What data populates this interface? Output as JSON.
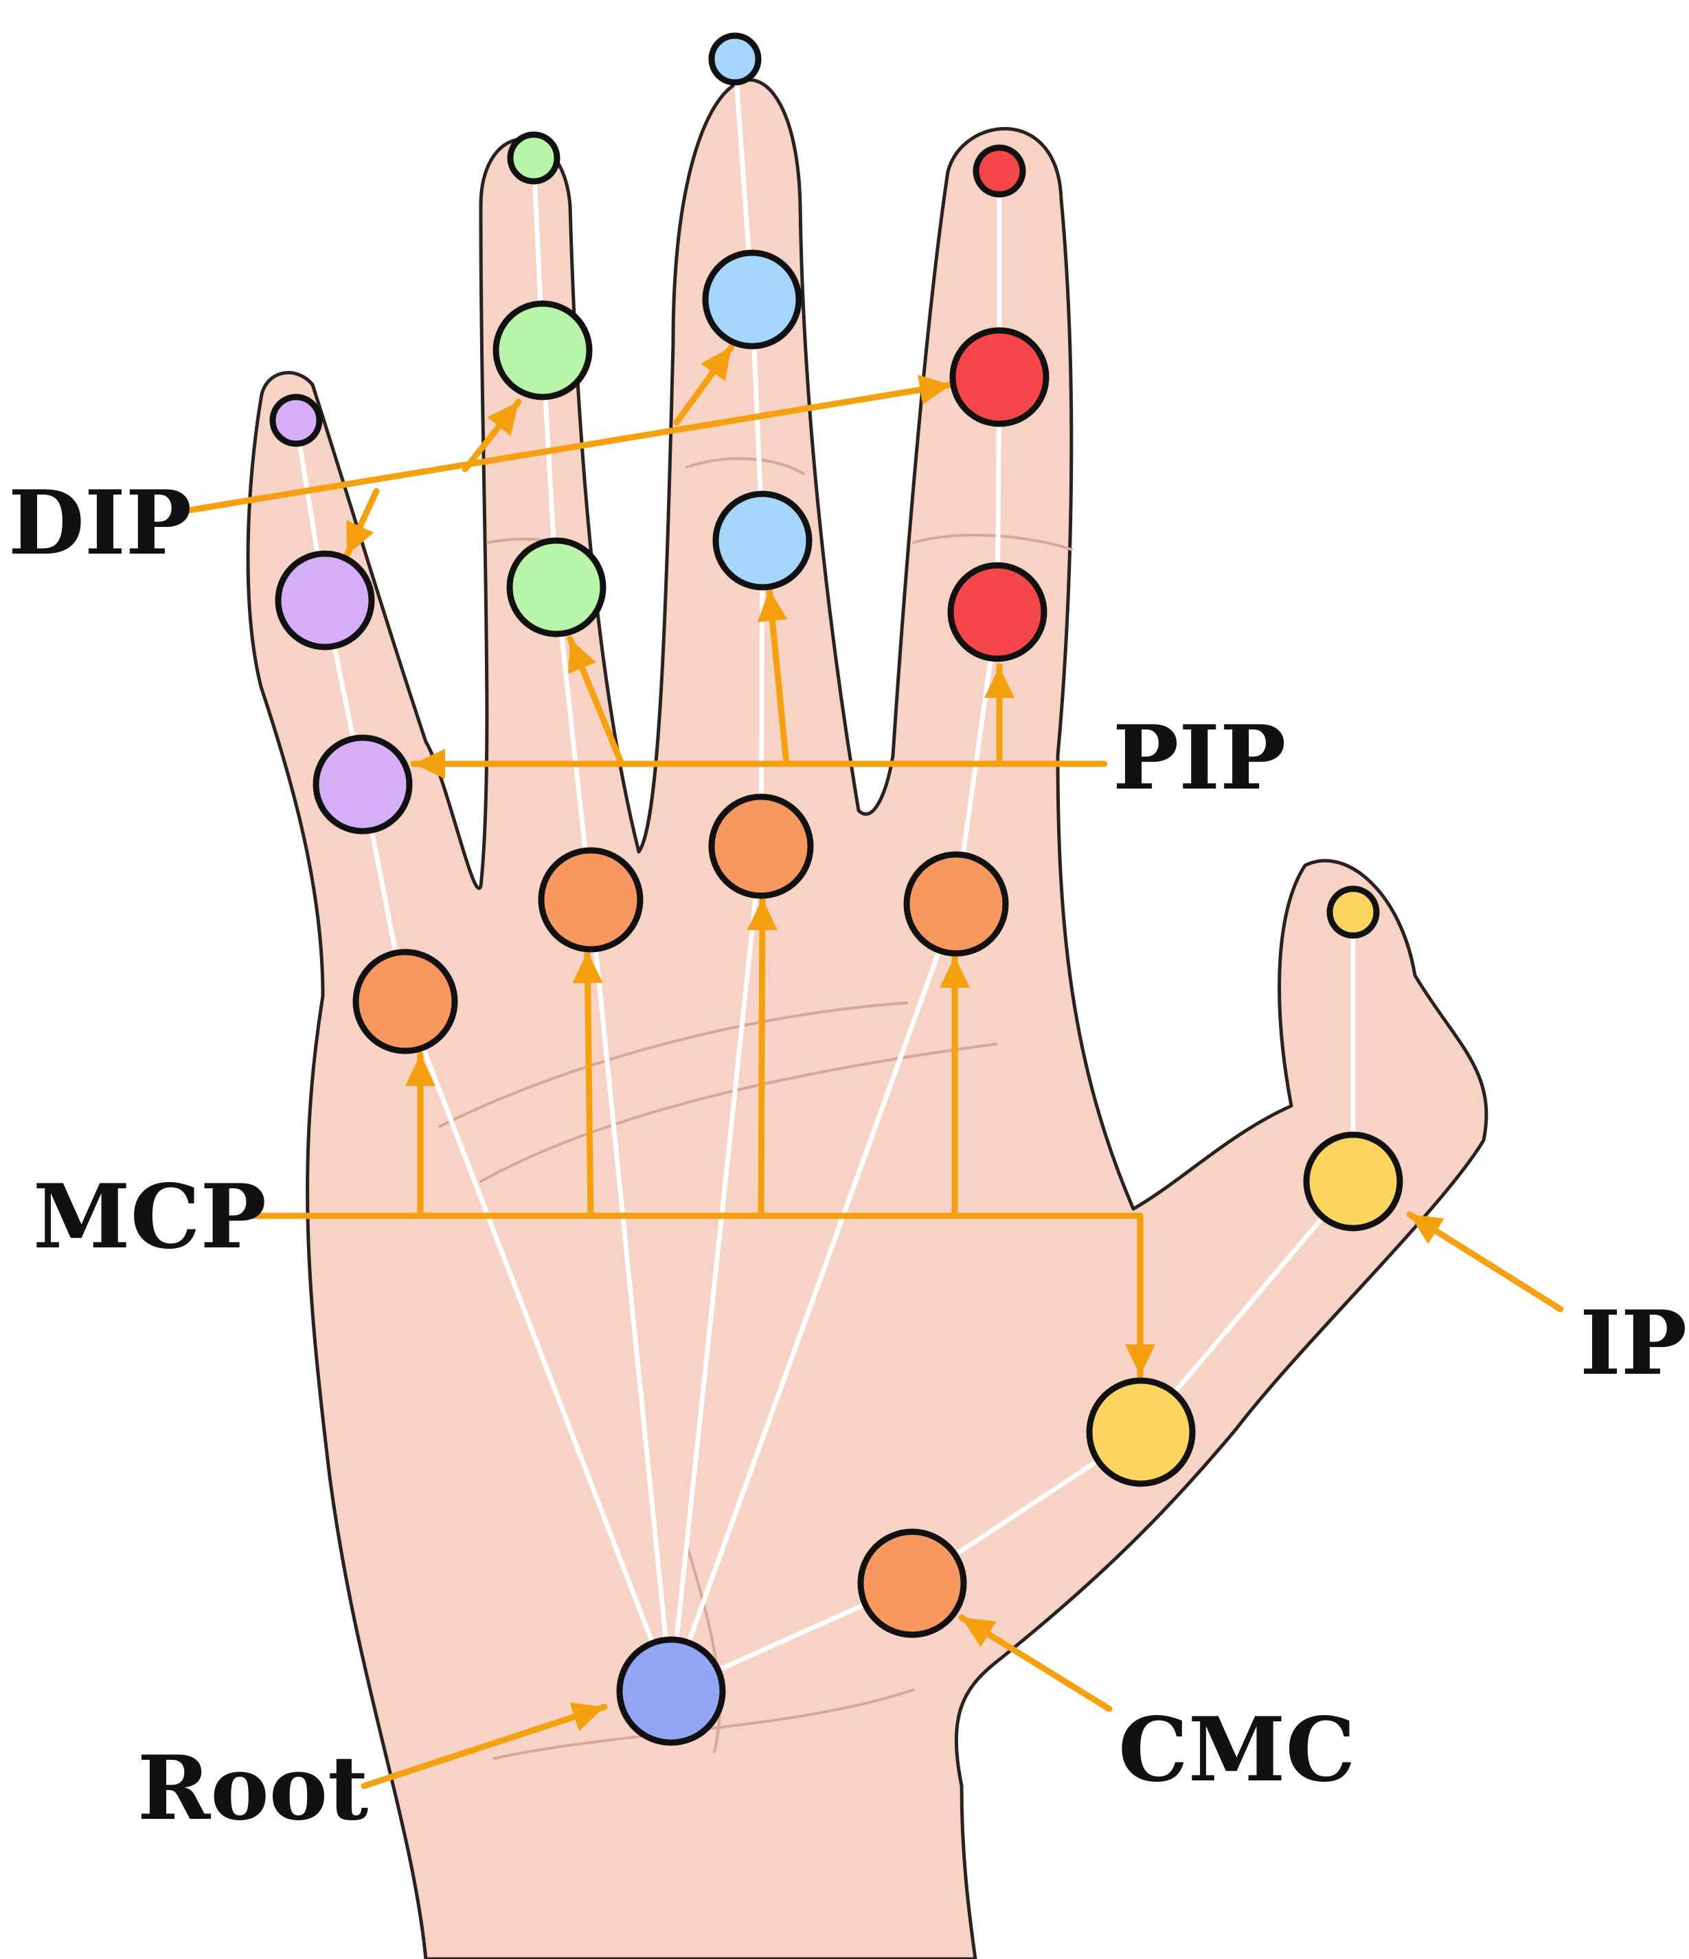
{
  "labels": {
    "dip": "DIP",
    "pip": "PIP",
    "mcp": "MCP",
    "ip": "IP",
    "cmc": "CMC",
    "root": "Root"
  },
  "colors": {
    "skin": "#f7d3c6",
    "arrow": "#f5a00e",
    "bone": "#ffffff",
    "pinky": "#d6aef8",
    "ring": "#b8f5a8",
    "middle": "#a6d6fb",
    "index": "#f5474a",
    "thumb": "#fcd460",
    "metacarpal": "#f79860",
    "root": "#93a5f5"
  },
  "joint_groups": [
    "root",
    "metacarpal",
    "pinky",
    "ring",
    "middle",
    "index",
    "thumb"
  ]
}
